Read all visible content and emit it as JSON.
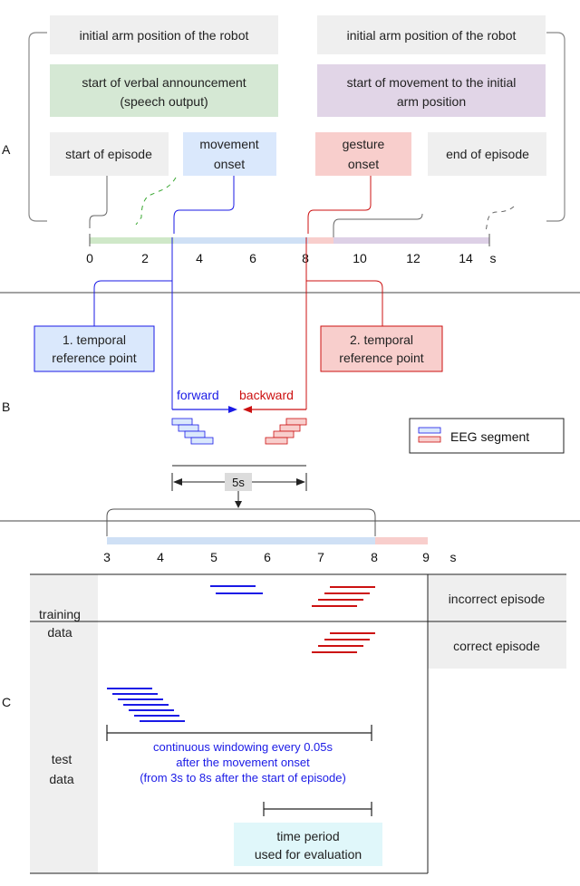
{
  "colors": {
    "gray_box": "#efefef",
    "green_box": "#d5e8d4",
    "purple_box": "#e1d5e7",
    "blue_box": "#dae8fc",
    "red_box": "#f8cecc",
    "cyan_box": "#e0f7fa",
    "green_bar": "#cfe8c8",
    "blue_bar": "#cfe0f5",
    "red_bar": "#f8cecc",
    "purple_bar": "#ddd0e6",
    "blue_line": "#1a1ae6",
    "red_line": "#cc1111",
    "green_line": "#3aa832",
    "gray_line": "#666666"
  },
  "panel_a": {
    "label": "A",
    "boxes": {
      "initial_arm_left": "initial arm position of the robot",
      "initial_arm_right": "initial arm position of the robot",
      "verbal_line1": "start of verbal announcement",
      "verbal_line2": "(speech output)",
      "movement_initial_line1": "start of movement to the initial",
      "movement_initial_line2": "arm position",
      "start_episode": "start of episode",
      "movement_onset_line1": "movement",
      "movement_onset_line2": "onset",
      "gesture_onset_line1": "gesture",
      "gesture_onset_line2": "onset",
      "end_episode": "end of episode"
    },
    "axis_ticks": [
      "0",
      "2",
      "4",
      "6",
      "8",
      "10",
      "12",
      "14"
    ],
    "axis_unit": "s"
  },
  "panel_b": {
    "label": "B",
    "ref1_line1": "1. temporal",
    "ref1_line2": "reference point",
    "ref2_line1": "2. temporal",
    "ref2_line2": "reference point",
    "forward": "forward",
    "backward": "backward",
    "legend_label": "EEG segment",
    "window_label": "5s"
  },
  "panel_c": {
    "label": "C",
    "axis_ticks": [
      "3",
      "4",
      "5",
      "6",
      "7",
      "8",
      "9"
    ],
    "axis_unit": "s",
    "training_line1": "training",
    "training_line2": "data",
    "incorrect_episode": "incorrect episode",
    "correct_episode": "correct episode",
    "test_line1": "test",
    "test_line2": "data",
    "windowing_line1": "continuous windowing every 0.05s",
    "windowing_line2": "after the movement onset",
    "windowing_line3": "(from 3s to 8s after the start of episode)",
    "eval_line1": "time period",
    "eval_line2": "used for evaluation"
  }
}
